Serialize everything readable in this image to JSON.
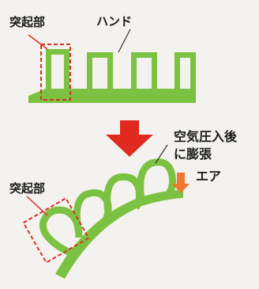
{
  "labels": {
    "protrusion_top": "突起部",
    "hand": "ハンド",
    "after_inflation_line1": "空気圧入後",
    "after_inflation_line2": "に膨張",
    "air": "エア",
    "protrusion_bottom": "突起部"
  },
  "colors": {
    "hand_green": "#7cc242",
    "arrow_red": "#e02a1f",
    "air_arrow": "#f07830",
    "dashed_box": "#d73027",
    "background": "#f4f2ee"
  }
}
